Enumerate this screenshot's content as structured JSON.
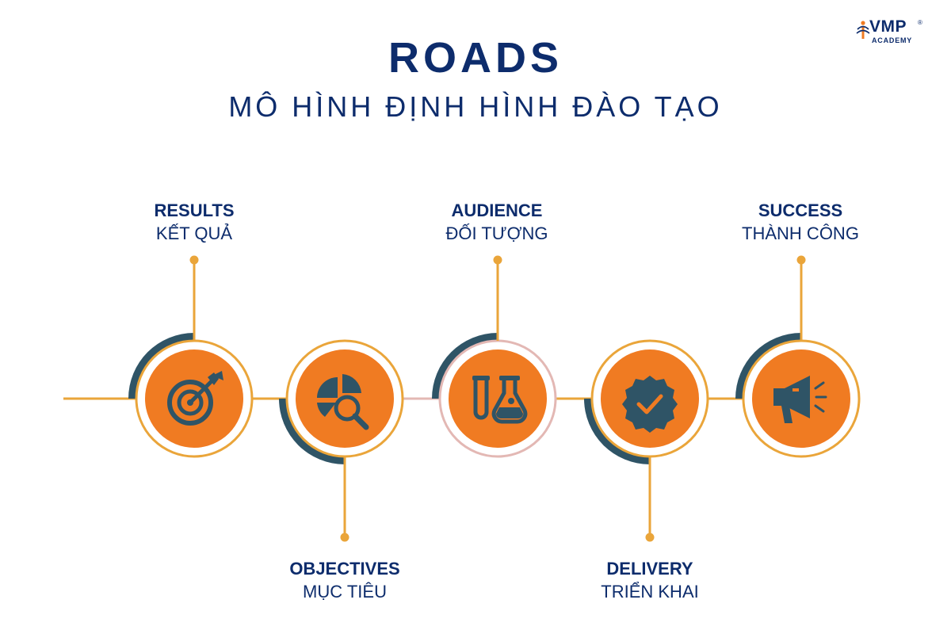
{
  "brand": {
    "name": "VMP",
    "registered": "®",
    "sub": "ACADEMY"
  },
  "title": "ROADS",
  "subtitle": "MÔ HÌNH ĐỊNH HÌNH ĐÀO TẠO",
  "steps": [
    {
      "en": "RESULTS",
      "vi": "KẾT QUẢ",
      "icon": "target-icon"
    },
    {
      "en": "OBJECTIVES",
      "vi": "MỤC TIÊU",
      "icon": "pie-chart-magnifier-icon"
    },
    {
      "en": "AUDIENCE",
      "vi": "ĐỐI TƯỢNG",
      "icon": "lab-flask-icon"
    },
    {
      "en": "DELIVERY",
      "vi": "TRIỂN KHAI",
      "icon": "verified-badge-icon"
    },
    {
      "en": "SUCCESS",
      "vi": "THÀNH CÔNG",
      "icon": "megaphone-icon"
    }
  ],
  "colors": {
    "navy": "#0d2c6c",
    "orange": "#f07b22",
    "slate": "#2f5466",
    "gold": "#eaa53a",
    "pink": "#e3b8b4",
    "icon": "#2f5466"
  }
}
